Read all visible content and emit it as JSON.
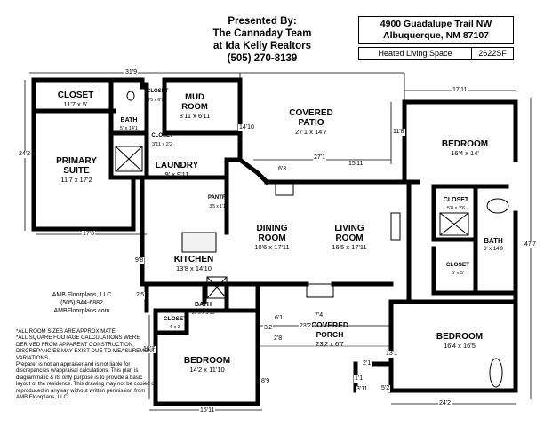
{
  "header": {
    "line1": "Presented By:",
    "line2": "The Cannaday Team",
    "line3": "at Ida Kelly Realtors",
    "line4": "(505) 270-8139"
  },
  "address": {
    "line1": "4900 Guadalupe Trail NW",
    "line2": "Albuquerque, NM 87107"
  },
  "area": {
    "label": "Heated Living Space",
    "value": "2622SF"
  },
  "rooms": {
    "closet_primary": {
      "name": "CLOSET",
      "size": "11'7 x 5'"
    },
    "bath_primary": {
      "name": "BATH",
      "size": "5' x 14'1"
    },
    "closet_small": {
      "name": "CLOSET",
      "size": "3'5 x 6'11"
    },
    "mud_room": {
      "name": "MUD ROOM",
      "size": "8'11 x 6'11"
    },
    "closet_mud": {
      "name": "CLOSET",
      "size": "3'11 x 2'2"
    },
    "covered_patio": {
      "name": "COVERED PATIO",
      "size": "27'1 x 14'7"
    },
    "bedroom_ne": {
      "name": "BEDROOM",
      "size": "16'4 x 14'"
    },
    "primary_suite": {
      "name": "PRIMARY SUITE",
      "size": "11'7 x 17'2"
    },
    "laundry": {
      "name": "LAUNDRY",
      "size": "9' x 9'11"
    },
    "pantry": {
      "name": "PANTRY",
      "size": "3'5 x 1'10"
    },
    "closet_ne": {
      "name": "CLOSET",
      "size": "5'8 x 2'6"
    },
    "dining_room": {
      "name": "DINING ROOM",
      "size": "10'6 x 17'11"
    },
    "living_room": {
      "name": "LIVING ROOM",
      "size": "16'5 x 17'11"
    },
    "bath_east": {
      "name": "BATH",
      "size": "6' x 14'9"
    },
    "closet_east": {
      "name": "CLOSET",
      "size": "5' x 5'"
    },
    "kitchen": {
      "name": "KITCHEN",
      "size": "13'8 x 14'10"
    },
    "bath_sw": {
      "name": "BATH",
      "size": "10'5 x 5'10"
    },
    "closet_sw": {
      "name": "CLOSET",
      "size": "4' x 2'"
    },
    "covered_porch": {
      "name": "COVERED PORCH",
      "size": "23'2 x 6'7"
    },
    "bedroom_se": {
      "name": "BEDROOM",
      "size": "16'4 x 16'5"
    },
    "bedroom_sw": {
      "name": "BEDROOM",
      "size": "14'2 x 11'10"
    }
  },
  "dimensions": {
    "top_left": "31'9",
    "top_right": "17'11",
    "left_upper": "24'2",
    "mid_primary": "17'3",
    "patio_side": "14'10",
    "patio_right": "11'8",
    "patio_bottom": "27'1",
    "corner_a": "6'3",
    "corner_b": "15'11",
    "right_side": "47'7",
    "left_kitchen": "9'8",
    "left_bath": "2'5",
    "bedroom_sw_left": "18'7",
    "bedroom_sw_bottom": "15'11",
    "bedroom_se_bottom": "24'2",
    "bedroom_se_side": "13'1",
    "porch_a": "6'1",
    "porch_b": "7'4",
    "porch_c": "23'2",
    "porch_d": "3'2",
    "porch_e": "2'8",
    "porch_f": "8'9",
    "porch_g": "2'1",
    "porch_h": "1'1",
    "porch_i": "5'2",
    "porch_j": "3'11"
  },
  "credit": {
    "line1": "AMB Floorplans, LLC",
    "line2": "(505) 944-6882",
    "line3": "AMBFloorplans.com"
  },
  "disclaimer": {
    "line1": "*ALL ROOM SIZES ARE APPROXIMATE",
    "line2": "*ALL SQUARE FOOTAGE CALCULATIONS WERE DERIVED FROM APPARENT CONSTRUCTION; DISCREPANCIES MAY EXIST DUE TO MEASUREMENT VARIATIONS",
    "line3": "Preparer is not an appraiser and is not liable for discrepancies w/appraisal calculations. This plan is diagrammatic & its only purpose is to provide a basic layout of the residence. This drawing may not be copied or reproduced in anyway without written permission from AMB Floorplans, LLC."
  }
}
